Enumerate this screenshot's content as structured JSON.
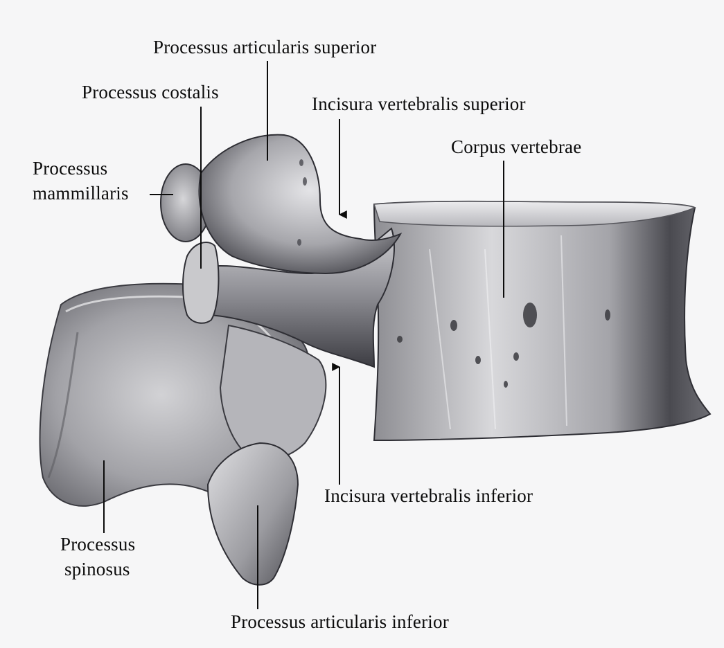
{
  "labels": {
    "articular_superior": "Processus  articularis superior",
    "costalis": "Processus costalis",
    "incisura_superior": "Incisura vertebralis superior",
    "corpus": "Corpus  vertebrae",
    "mammillaris_line1": "Processus",
    "mammillaris_line2": "mammillaris",
    "incisura_inferior": "Incisura  vertebralis  inferior",
    "spinosus_line1": "Processus",
    "spinosus_line2": "spinosus",
    "articular_inferior": "Processus  articularis inferior"
  },
  "colors": {
    "background": "#f6f6f7",
    "bone_light": "#c9c9cc",
    "bone_mid": "#9a9a9f",
    "bone_dark": "#3f3f44",
    "ink": "#0c0c0c"
  }
}
